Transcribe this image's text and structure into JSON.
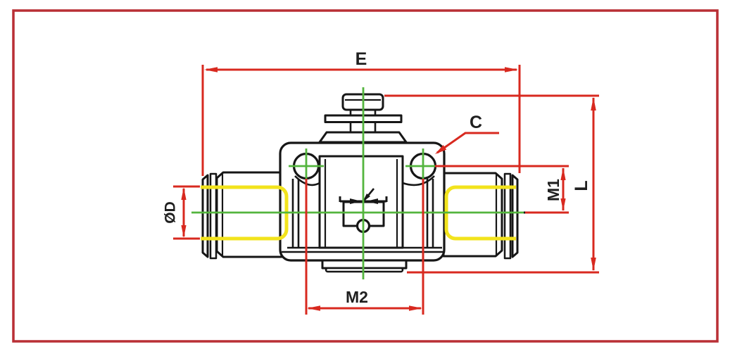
{
  "drawing": {
    "dimension_labels": {
      "overall_width": "E",
      "mounting_hole": "C",
      "overall_height": "L",
      "hole_offset": "M1",
      "hole_spacing": "M2",
      "tube_diameter": "ØD"
    },
    "colors": {
      "dimension": "#d8291f",
      "frame": "#b92f35",
      "centerline": "#54b53e",
      "tube": "#f2e31c",
      "outline": "#161616",
      "label": "#1f1f1f",
      "background": "#ffffff"
    }
  }
}
